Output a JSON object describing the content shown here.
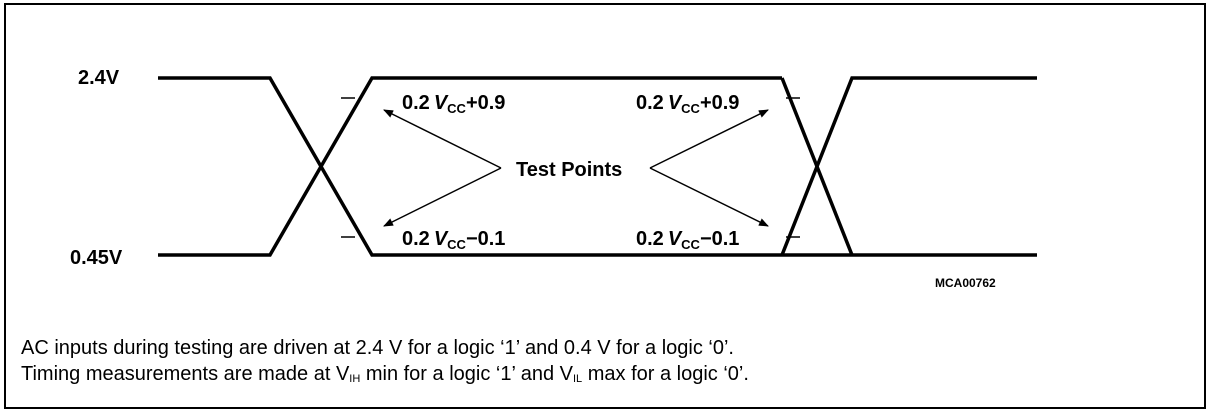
{
  "levels": {
    "high": "2.4V",
    "low": "0.45V"
  },
  "test_points": {
    "upper_left": {
      "prefix": "0.2",
      "v": "V",
      "sub": "CC",
      "suffix": "+0.9"
    },
    "upper_right": {
      "prefix": "0.2",
      "v": "V",
      "sub": "CC",
      "suffix": "+0.9"
    },
    "lower_left": {
      "prefix": "0.2",
      "v": "V",
      "sub": "CC",
      "suffix": "−0.1"
    },
    "lower_right": {
      "prefix": "0.2",
      "v": "V",
      "sub": "CC",
      "suffix": "−0.1"
    },
    "label": "Test Points"
  },
  "figure_code": "MCA00762",
  "notes": {
    "line1": "AC inputs during testing are driven at 2.4 V for a logic ‘1’ and 0.4 V for a logic ‘0’.",
    "line2": {
      "t1": "Timing measurements are made at V",
      "s1": "IH",
      "t2": " min for a logic ‘1’ and V",
      "s2": "IL",
      "t3": " max for a logic ‘0’."
    }
  }
}
